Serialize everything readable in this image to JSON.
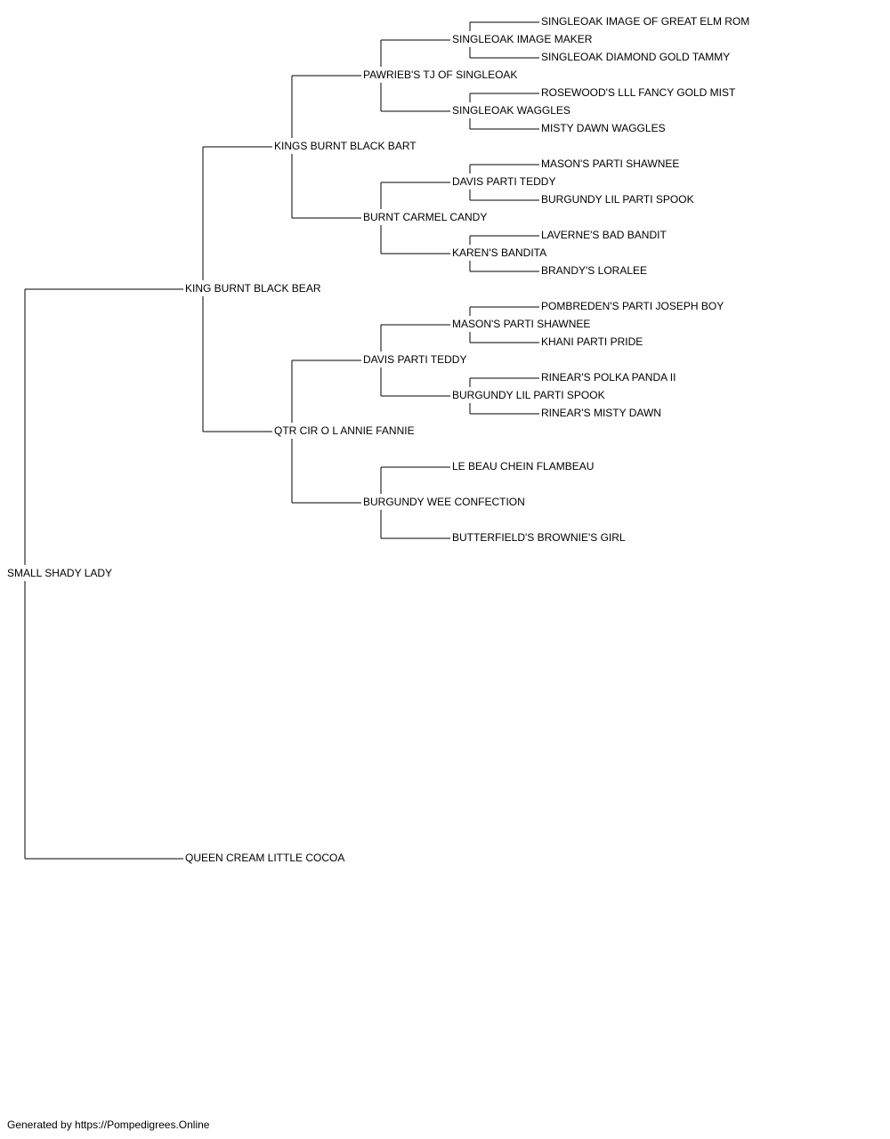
{
  "colors": {
    "text": "#000000",
    "line": "#000000",
    "highlight": "#dd1111"
  },
  "pedigree": {
    "name": "SMALL SHADY LADY",
    "sire": {
      "name": "KING BURNT BLACK BEAR",
      "sire": {
        "name": "KINGS BURNT BLACK BART",
        "sire": {
          "name": "PAWRIEB'S TJ OF SINGLEOAK",
          "sire": {
            "name": "SINGLEOAK IMAGE MAKER",
            "sire": {
              "name": "SINGLEOAK IMAGE OF GREAT ELM ROM",
              "highlight": true
            },
            "dam": {
              "name": "SINGLEOAK DIAMOND GOLD TAMMY"
            }
          },
          "dam": {
            "name": "SINGLEOAK WAGGLES",
            "sire": {
              "name": "ROSEWOOD'S LLL FANCY GOLD MIST"
            },
            "dam": {
              "name": "MISTY DAWN WAGGLES"
            }
          }
        },
        "dam": {
          "name": "BURNT CARMEL CANDY",
          "sire": {
            "name": "DAVIS PARTI TEDDY",
            "sire": {
              "name": "MASON'S PARTI SHAWNEE"
            },
            "dam": {
              "name": "BURGUNDY LIL PARTI SPOOK"
            }
          },
          "dam": {
            "name": "KAREN'S BANDITA",
            "sire": {
              "name": "LAVERNE'S BAD BANDIT"
            },
            "dam": {
              "name": "BRANDY'S LORALEE"
            }
          }
        }
      },
      "dam": {
        "name": "QTR CIR O L ANNIE FANNIE",
        "sire": {
          "name": "DAVIS PARTI TEDDY",
          "sire": {
            "name": "MASON'S PARTI SHAWNEE",
            "sire": {
              "name": "POMBREDEN'S PARTI JOSEPH BOY"
            },
            "dam": {
              "name": "KHANI PARTI PRIDE"
            }
          },
          "dam": {
            "name": "BURGUNDY LIL PARTI SPOOK",
            "sire": {
              "name": "RINEAR'S POLKA PANDA II"
            },
            "dam": {
              "name": "RINEAR'S MISTY DAWN"
            }
          }
        },
        "dam": {
          "name": "BURGUNDY WEE CONFECTION",
          "sire": {
            "name": "LE BEAU CHEIN FLAMBEAU"
          },
          "dam": {
            "name": "BUTTERFIELD'S BROWNIE'S GIRL"
          }
        }
      }
    },
    "dam": {
      "name": "QUEEN CREAM LITTLE COCOA"
    }
  },
  "footer": "Generated by https://Pompedigrees.Online"
}
